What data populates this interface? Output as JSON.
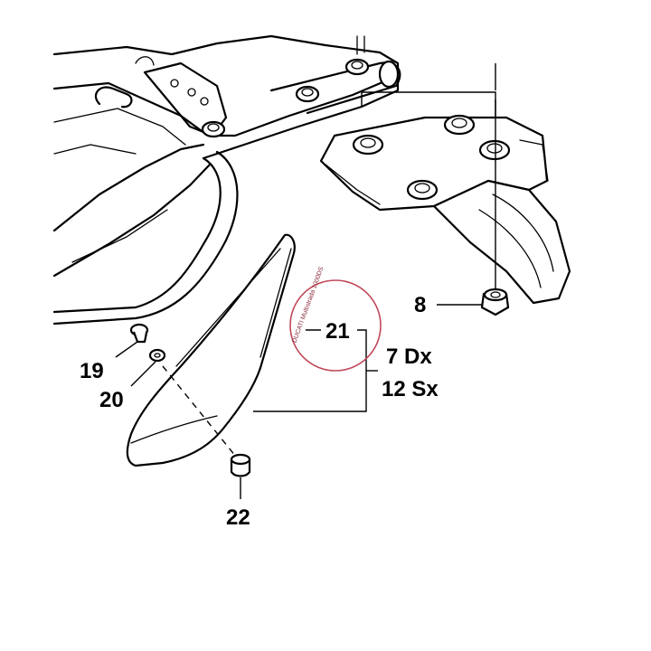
{
  "diagram": {
    "labels": {
      "l8": "8",
      "l19": "19",
      "l20": "20",
      "l21": "21",
      "l22": "22",
      "l7": "7 Dx",
      "l12": "12 Sx"
    },
    "watermark": "DUCATI Multistrada 1000DS",
    "colors": {
      "line": "#000000",
      "background": "#ffffff",
      "stamp": "#c0485a"
    }
  }
}
